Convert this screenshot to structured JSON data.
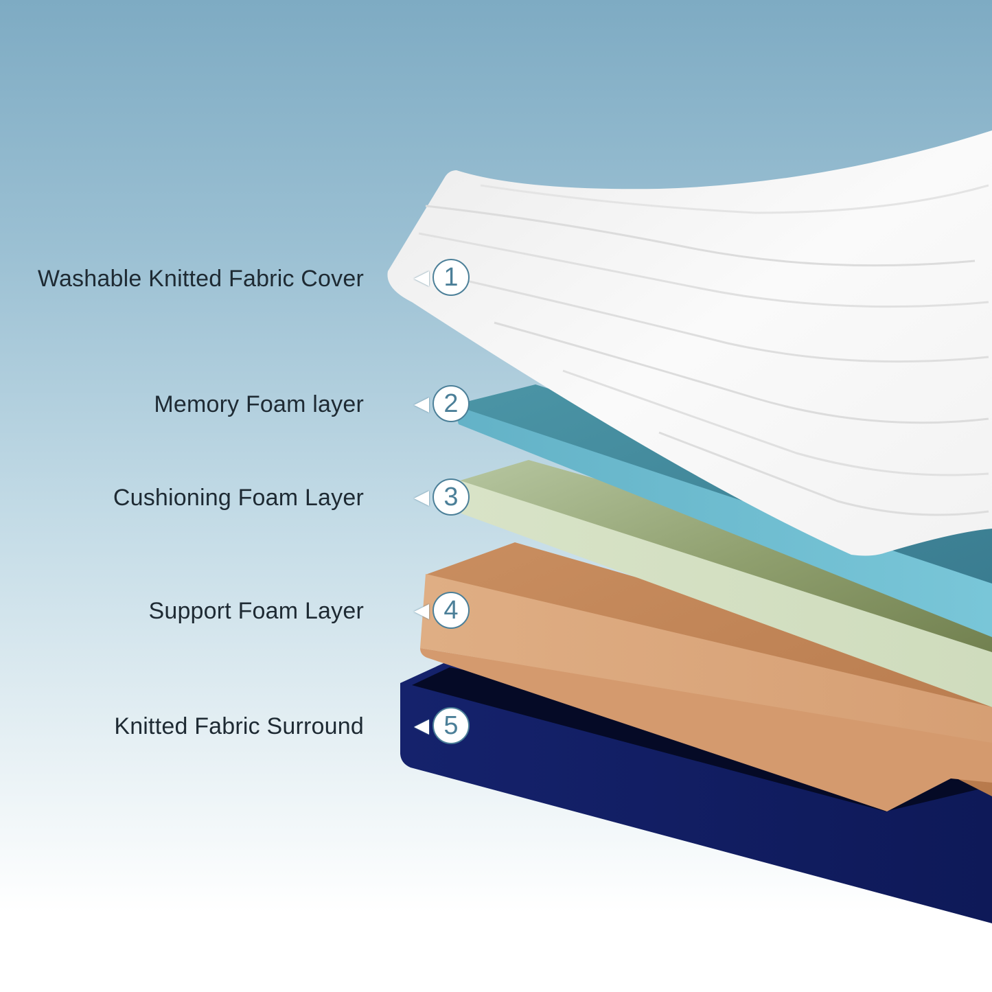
{
  "layers": [
    {
      "number": "1",
      "label": "Washable Knitted Fabric Cover",
      "color": "#f4f4f4"
    },
    {
      "number": "2",
      "label": "Memory Foam layer",
      "color": "#4a8fa1"
    },
    {
      "number": "3",
      "label": "Cushioning Foam Layer",
      "color": "#b9c9a2"
    },
    {
      "number": "4",
      "label": "Support Foam Layer",
      "color": "#d9a77d"
    },
    {
      "number": "5",
      "label": "Knitted Fabric Surround",
      "color": "#13206a"
    }
  ]
}
